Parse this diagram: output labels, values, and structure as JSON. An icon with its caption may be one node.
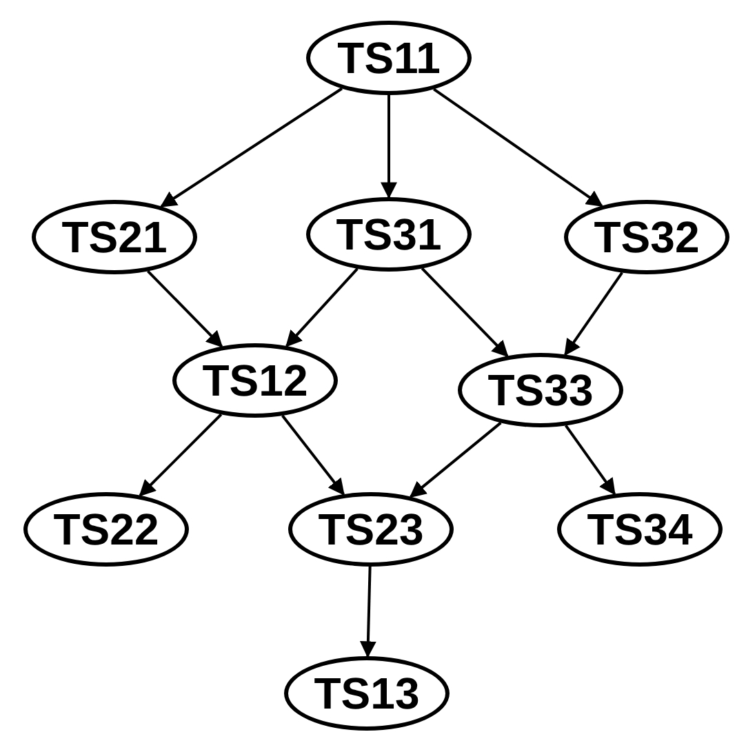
{
  "diagram": {
    "nodes": [
      {
        "text": [
          "TS11"
        ]
      },
      {
        "text": [
          "TS21"
        ]
      },
      {
        "text": [
          "TS31"
        ]
      },
      {
        "text": [
          "TS32"
        ]
      },
      {
        "text": [
          "TS12"
        ]
      },
      {
        "text": [
          "TS33"
        ]
      },
      {
        "text": [
          "TS22"
        ]
      },
      {
        "text": [
          "TS23"
        ]
      },
      {
        "text": [
          "TS34"
        ]
      },
      {
        "text": [
          "TS13"
        ]
      }
    ],
    "edges": [
      {
        "from": 0,
        "to": 1,
        "arrow": "to"
      },
      {
        "from": 0,
        "to": 2,
        "arrow": "to"
      },
      {
        "from": 0,
        "to": 3,
        "arrow": "to"
      },
      {
        "from": 1,
        "to": 4,
        "arrow": "to"
      },
      {
        "from": 2,
        "to": 4,
        "arrow": "to"
      },
      {
        "from": 2,
        "to": 5,
        "arrow": "to"
      },
      {
        "from": 3,
        "to": 5,
        "arrow": "to"
      },
      {
        "from": 4,
        "to": 6,
        "arrow": "to"
      },
      {
        "from": 4,
        "to": 7,
        "arrow": "to"
      },
      {
        "from": 5,
        "to": 7,
        "arrow": "to"
      },
      {
        "from": 5,
        "to": 8,
        "arrow": "to"
      },
      {
        "from": 7,
        "to": 9,
        "arrow": "to"
      }
    ]
  }
}
